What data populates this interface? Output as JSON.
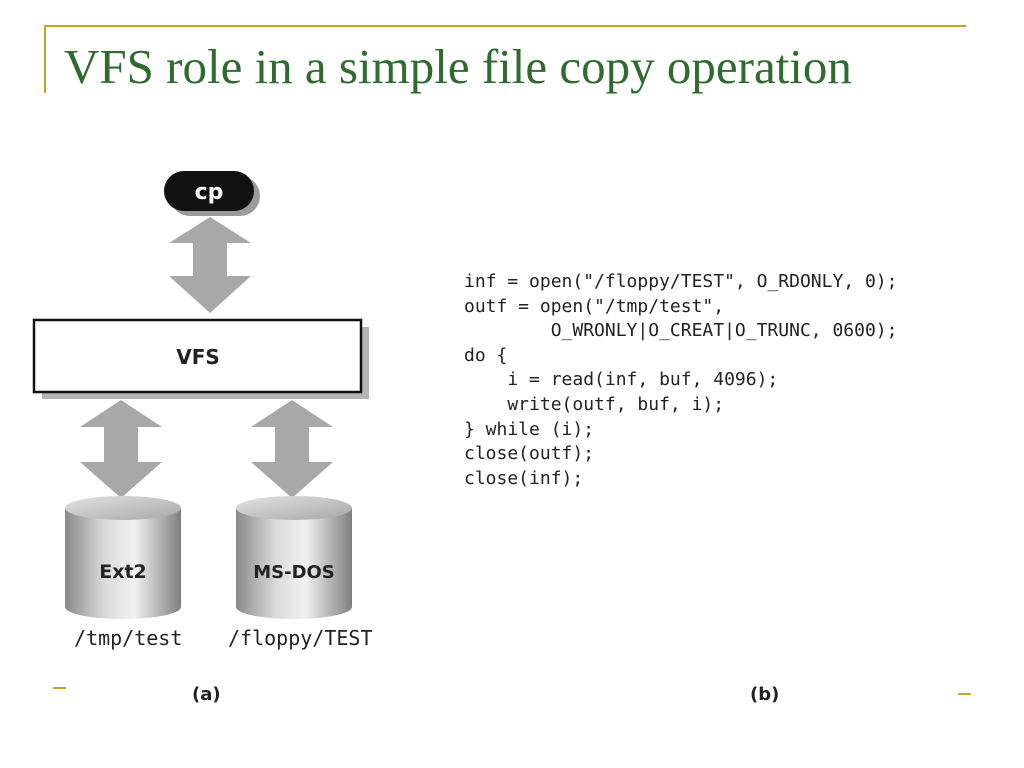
{
  "slide": {
    "title": "VFS role in a simple file copy operation",
    "accent_color": "#c9a227",
    "title_color": "#2f6b2f"
  },
  "diagram": {
    "cp_label": "cp",
    "vfs_label": "VFS",
    "disk_left_label": "Ext2",
    "disk_right_label": "MS-DOS",
    "path_left": "/tmp/test",
    "path_right": "/floppy/TEST",
    "caption_a": "(a)",
    "caption_b": "(b)"
  },
  "code": {
    "lines": [
      "inf = open(\"/floppy/TEST\", O_RDONLY, 0);",
      "outf = open(\"/tmp/test\",",
      "        O_WRONLY|O_CREAT|O_TRUNC, 0600);",
      "do {",
      "    i = read(inf, buf, 4096);",
      "    write(outf, buf, i);",
      "} while (i);",
      "close(outf);",
      "close(inf);"
    ]
  }
}
